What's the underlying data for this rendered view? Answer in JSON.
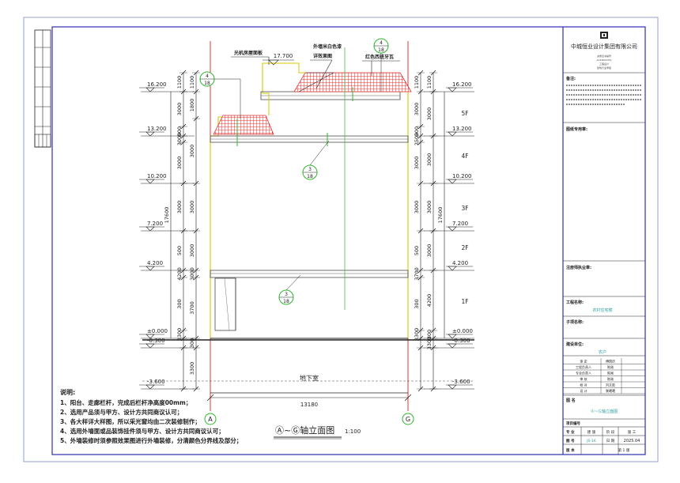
{
  "company": {
    "name_cn": "中城恒业设计集团有限公司",
    "cert_lines": [
      "资质证书编号",
      "A144002351",
      "工程设计",
      "建筑行业甲级"
    ]
  },
  "panels": {
    "notes_label": "备注:",
    "stamp_label": "图纸专用章:",
    "reg_stamp_label": "注册师执业章:",
    "project_label": "工程名称:",
    "project_value": "农村住宅楼",
    "subproject_label": "子项名称:",
    "client_label": "建设单位:",
    "client_value": "农户",
    "drawing_name_label": "图 名",
    "drawing_name_value": "Ⓐ~Ⓖ轴立面图",
    "project_no_label": "项目编号",
    "prof_label": "专 业",
    "prof_value": "建 施",
    "phase_label": "阶 段",
    "phase_value": "施 工",
    "drawing_no_label": "图 号",
    "drawing_no_value": "JS-16",
    "date_label": "日 期",
    "date_value": "2025.04",
    "version_label": "版 本",
    "version_value": "第 1 版"
  },
  "signature_table": [
    {
      "role": "审 定",
      "name": "傅国庆"
    },
    {
      "role": "工程负责人",
      "name": "陈刚"
    },
    {
      "role": "专业负责人",
      "name": "陈刚"
    },
    {
      "role": "审 核",
      "name": "陈刚"
    },
    {
      "role": "校 对",
      "name": "刘文彪"
    },
    {
      "role": "设 计",
      "name": "黎曦曦"
    }
  ],
  "elevation": {
    "levels": [
      {
        "value": "16.200"
      },
      {
        "value": "13.200"
      },
      {
        "value": "10.200"
      },
      {
        "value": "7.200"
      },
      {
        "value": "4.200"
      },
      {
        "value": "±0.000"
      },
      {
        "value": "-0.300"
      },
      {
        "value": "-3.600"
      }
    ],
    "roof_level": "17.700",
    "floor_labels": [
      "5F",
      "4F",
      "3F",
      "2F",
      "1F"
    ],
    "left_dims_inner": [
      "1100",
      "3000",
      "500",
      "3000",
      "3000",
      "3000",
      "500",
      "4200",
      "300",
      "3300"
    ],
    "left_dims_outer": [
      "1100",
      "1800",
      "3000",
      "3000",
      "3000",
      "3000",
      "3700",
      "300",
      "3300"
    ],
    "left_total": "17600",
    "right_dims_inner": [
      "1100",
      "3000",
      "500",
      "2500",
      "3000",
      "3000",
      "500",
      "3700",
      "300",
      "3300"
    ],
    "right_dims_outer": [
      "1100",
      "3000",
      "3000",
      "3000",
      "3000",
      "4200",
      "300",
      "3300"
    ],
    "right_total": "17600",
    "width_dim": "13180",
    "basement_label": "地下室",
    "axis_left": "A",
    "axis_right": "G",
    "callouts": [
      {
        "label": "光机房屋面板"
      },
      {
        "label": "外墙米白色漆"
      },
      {
        "label": "详效果图"
      },
      {
        "label": "红色西班牙瓦"
      }
    ],
    "detail_marks": [
      {
        "num": "4",
        "sheet": "18"
      },
      {
        "num": "4",
        "sheet": "18"
      },
      {
        "num": "3",
        "sheet": "18"
      },
      {
        "num": "3",
        "sheet": "18"
      }
    ]
  },
  "title": {
    "text": "Ⓐ~Ⓖ轴立面图",
    "scale": "1:100"
  },
  "notes": {
    "heading": "说明:",
    "items": [
      "1、阳台、走廊栏杆，完成后栏杆净高度00mm；",
      "2、选用产品须与甲方、设计方共同商议认可；",
      "3、各大样详大样图，所以采光窗均由二次装修制作；",
      "4、选用外墙面或品装饰挂件须与甲方、设计方共同商议认可；",
      "5、外墙装修时须参照效果图进行外墙装修，分清颜色分界线及部分；"
    ]
  }
}
